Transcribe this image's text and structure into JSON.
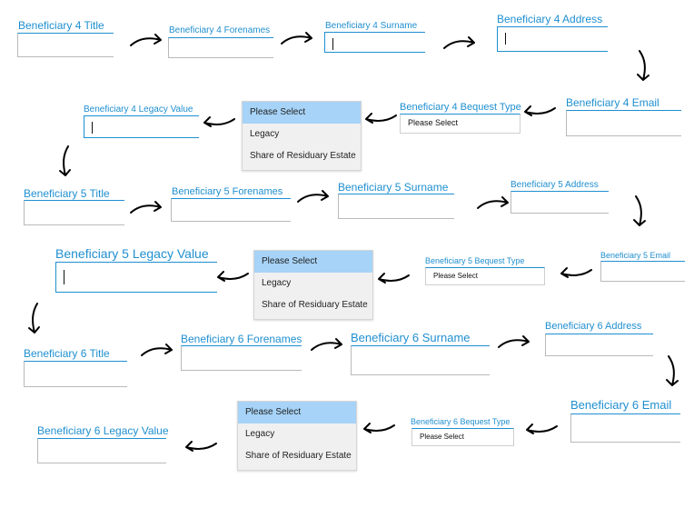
{
  "b4": {
    "title_label": "Beneficiary 4 Title",
    "forenames_label": "Beneficiary 4 Forenames",
    "surname_label": "Beneficiary 4 Surname",
    "address_label": "Beneficiary 4 Address",
    "email_label": "Beneficiary 4 Email",
    "bequest_label": "Beneficiary 4 Bequest Type",
    "bequest_value": "Please Select",
    "legacy_label": "Beneficiary 4 Legacy Value",
    "options": [
      "Please Select",
      "Legacy",
      "Share of Residuary Estate"
    ]
  },
  "b5": {
    "title_label": "Beneficiary 5 Title",
    "forenames_label": "Beneficiary 5 Forenames",
    "surname_label": "Beneficiary 5 Surname",
    "address_label": "Beneficiary 5 Address",
    "email_label": "Beneficiary 5 Email",
    "bequest_label": "Beneficiary 5 Bequest Type",
    "bequest_value": "Please Select",
    "legacy_label": "Beneficiary 5 Legacy Value",
    "options": [
      "Please Select",
      "Legacy",
      "Share of Residuary Estate"
    ]
  },
  "b6": {
    "title_label": "Beneficiary 6 Title",
    "forenames_label": "Beneficiary 6 Forenames",
    "surname_label": "Beneficiary 6 Surname",
    "address_label": "Beneficiary 6 Address",
    "email_label": "Beneficiary 6 Email",
    "bequest_label": "Beneficiary 6 Bequest Type",
    "bequest_value": "Please Select",
    "legacy_label": "Beneficiary 6 Legacy Value",
    "options": [
      "Please Select",
      "Legacy",
      "Share of Residuary Estate"
    ]
  },
  "colors": {
    "accent": "#1f8fd0",
    "highlight": "#a6d3f7",
    "dropdown_bg": "#f0f0f0"
  },
  "icons": {
    "flow_arrow": "curved-arrow-icon"
  }
}
